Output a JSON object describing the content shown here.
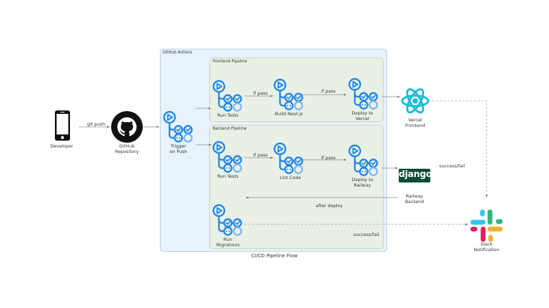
{
  "diagram": {
    "title": "CI/CD Pipeline Flow",
    "clusters": {
      "actions": "GitHub Actions",
      "frontend": "Frontend Pipeline",
      "backend": "Backend Pipeline"
    },
    "nodes": {
      "developer": {
        "label": "Developer",
        "icon": "mobile-phone-icon"
      },
      "github": {
        "label_1": "GitHub",
        "label_2": "Repository",
        "icon": "github-icon"
      },
      "trigger": {
        "label_1": "Trigger",
        "label_2": "on Push",
        "icon": "github-actions-icon"
      },
      "fe_tests": {
        "label": "Run Tests",
        "icon": "github-actions-icon"
      },
      "fe_build": {
        "label": "Build Next.js",
        "icon": "github-actions-icon"
      },
      "fe_deploy": {
        "label_1": "Deploy to",
        "label_2": "Vercel",
        "icon": "github-actions-icon"
      },
      "be_tests": {
        "label": "Run Tests",
        "icon": "github-actions-icon"
      },
      "be_lint": {
        "label": "Lint Code",
        "icon": "github-actions-icon"
      },
      "be_deploy": {
        "label_1": "Deploy to",
        "label_2": "Railway",
        "icon": "github-actions-icon"
      },
      "be_migrate": {
        "label_1": "Run",
        "label_2": "Migrations",
        "icon": "github-actions-icon"
      },
      "vercel": {
        "label_1": "Vercel",
        "label_2": "Frontend",
        "icon": "react-icon"
      },
      "railway": {
        "label_1": "Railway",
        "label_2": "Backend",
        "icon": "django-icon",
        "logo_text": "django"
      },
      "slack": {
        "label_1": "Slack",
        "label_2": "Notification",
        "icon": "slack-icon"
      }
    },
    "edges": {
      "git_push": "git push",
      "fe_if_pass_1": "if pass",
      "fe_if_pass_2": "if pass",
      "be_if_pass_1": "if pass",
      "be_if_pass_2": "if pass",
      "after_deploy": "after deploy",
      "success_fail_1": "success/fail",
      "success_fail_2": "success/fail"
    },
    "colors": {
      "actions_blue": "#2188e8",
      "react_cyan": "#19bcd6",
      "django_green": "#0c4b33",
      "edge_gray": "#7f7f7f",
      "actions_bg": "#e7f2fb",
      "pipeline_bg": "#e9f1e6"
    }
  }
}
